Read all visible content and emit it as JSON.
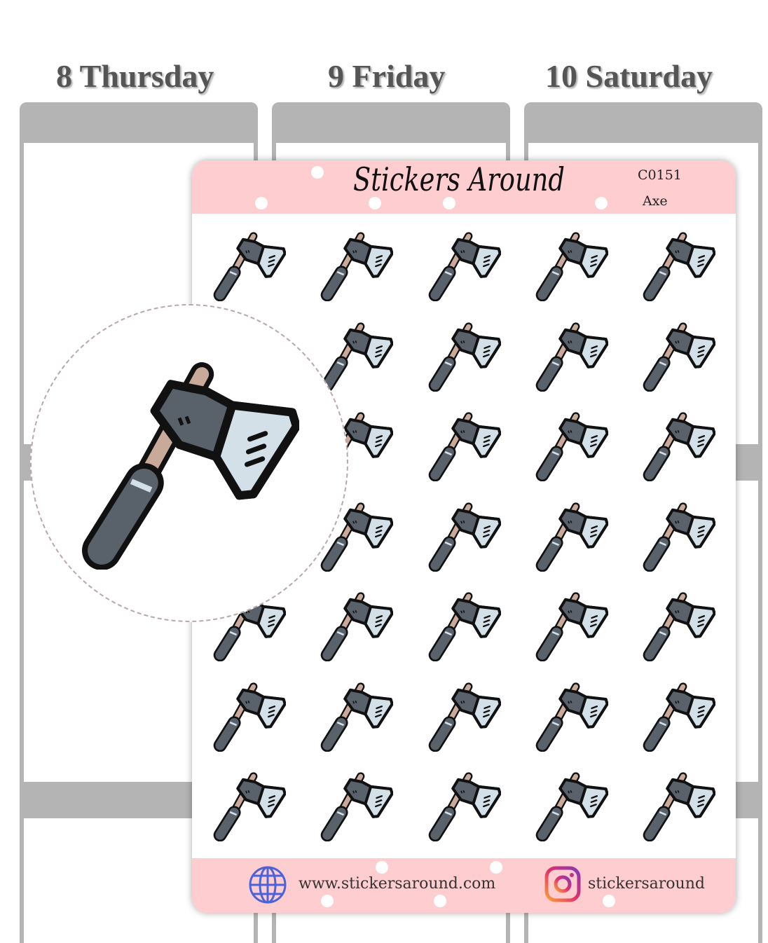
{
  "days": [
    "8 Thursday",
    "9 Friday",
    "10 Saturday"
  ],
  "sheet": {
    "brand": "Stickers Around",
    "code": "C0151",
    "name": "Axe",
    "website": "www.stickersaround.com",
    "instagram": "stickersaround",
    "rows": 7,
    "cols": 5
  },
  "icons": {
    "sticker": "axe-icon",
    "web": "globe-icon",
    "social": "instagram-icon"
  },
  "colors": {
    "pink": "#fdcdd0",
    "handle": "#c9a99a",
    "head": "#59616b",
    "blade": "#d3e0e7"
  }
}
